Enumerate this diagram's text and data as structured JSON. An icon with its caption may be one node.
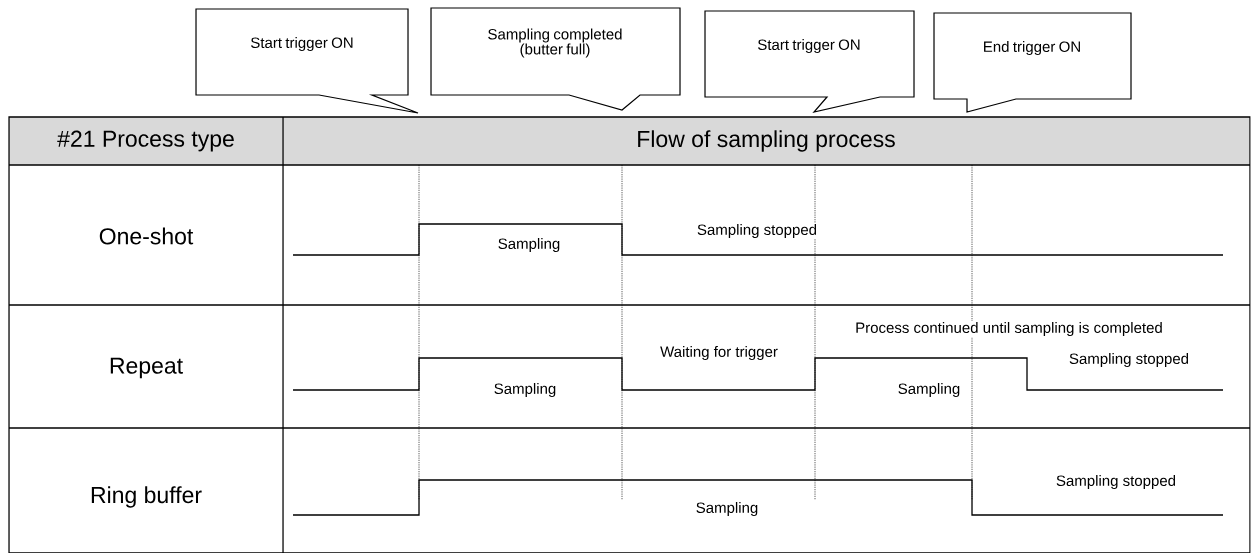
{
  "diagram": {
    "nodes": [
      {
        "text": [
          "Start trigger ON"
        ]
      },
      {
        "text": [
          "Sampling completed (butter full)"
        ]
      },
      {
        "text": [
          "Start trigger ON"
        ]
      },
      {
        "text": [
          "End trigger ON"
        ]
      }
    ],
    "labels": [
      "#21 Process type",
      "Flow of sampling process",
      "One-shot",
      "Sampling",
      "Sampling stopped",
      "Process continued until sampling is completed",
      "Repeat",
      "Waiting for trigger",
      "Sampling",
      "Sampling",
      "Sampling stopped",
      "Ring buffer",
      "Sampling stopped",
      "Sampling"
    ]
  }
}
